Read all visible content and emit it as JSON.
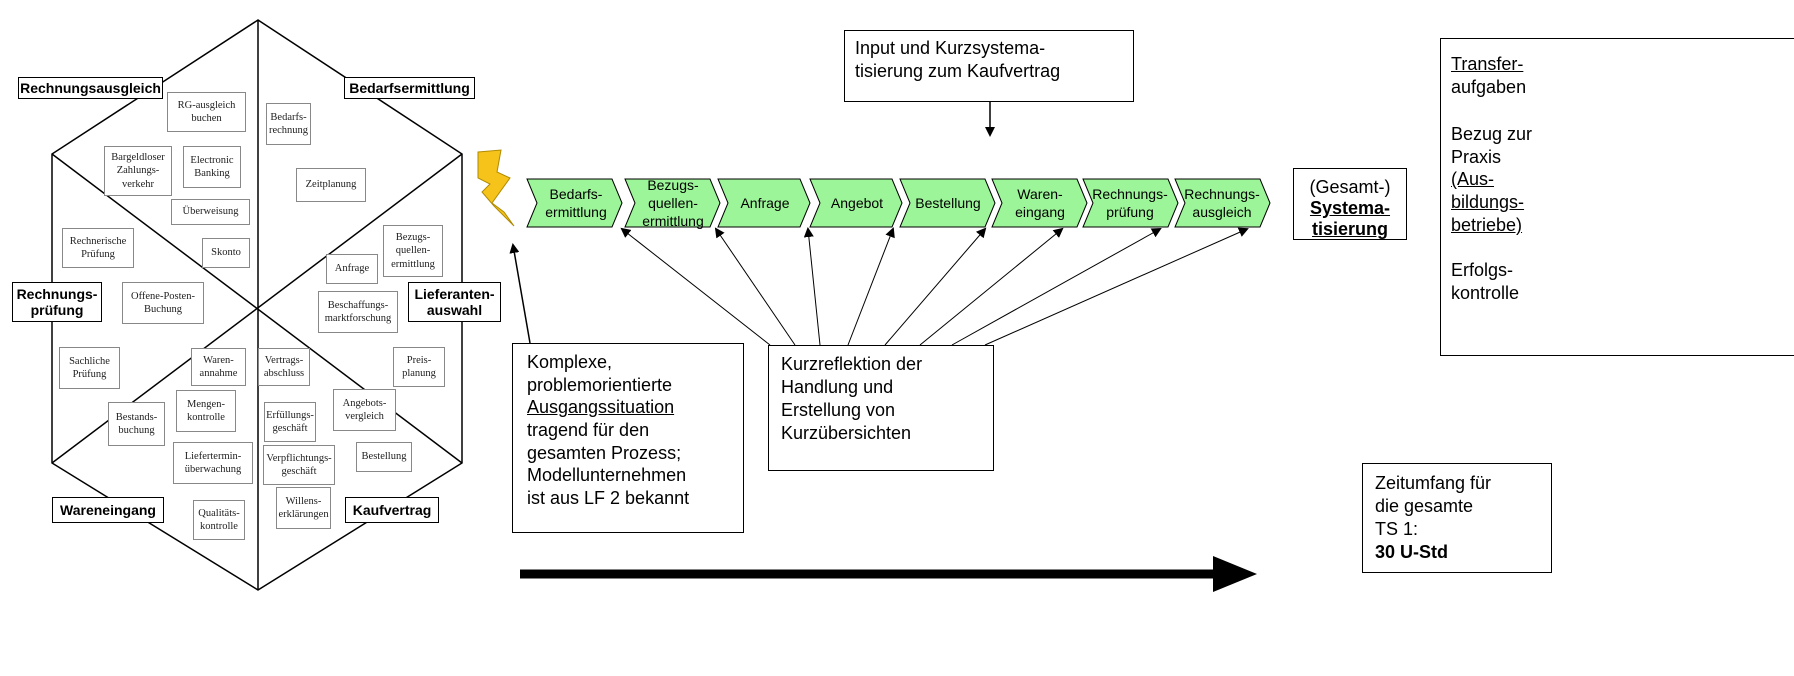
{
  "cycle": {
    "categories": {
      "rechnungsausgleich": "Rechnungsausgleich",
      "bedarfsermittlung": "Bedarfsermittlung",
      "rechnungspruefung": "Rechnungs-\nprüfung",
      "lieferantenauswahl": "Lieferanten-\nauswahl",
      "wareneingang": "Wareneingang",
      "kaufvertrag": "Kaufvertrag"
    },
    "items": {
      "rg_ausgleich": "RG-ausgleich buchen",
      "bargeldlos": "Bargeldloser Zahlungs-verkehr",
      "electronic_banking": "Electronic Banking",
      "ueberweisung": "Überweisung",
      "bedarfsrechnung": "Bedarfs-rechnung",
      "zeitplanung": "Zeitplanung",
      "rech_pruefung": "Rechnerische Prüfung",
      "skonto": "Skonto",
      "bezugsquellen": "Bezugs-quellen-ermittlung",
      "anfrage": "Anfrage",
      "offene_posten": "Offene-Posten-Buchung",
      "beschaffungsmarkt": "Beschaffungs-marktforschung",
      "sachliche": "Sachliche Prüfung",
      "warenannahme": "Waren-annahme",
      "mengenkontrolle": "Mengen-kontrolle",
      "bestandsbuchung": "Bestands-buchung",
      "liefertermin": "Liefertermin-überwachung",
      "qualitaet": "Qualitäts-kontrolle",
      "vertragsabschluss": "Vertrags-abschluss",
      "erfuellung": "Erfüllungs-geschäft",
      "verpflichtung": "Verpflichtungs-geschäft",
      "willens": "Willens-erklärungen",
      "preisplanung": "Preis-planung",
      "angebotsvergleich": "Angebots-vergleich",
      "bestellung": "Bestellung"
    }
  },
  "process_steps": [
    "Bedarfs-\nermittlung",
    "Bezugs-\nquellen-\nermittlung",
    "Anfrage",
    "Angebot",
    "Bestellung",
    "Waren-\neingang",
    "Rechnungs-\nprüfung",
    "Rechnungs-\nausgleich"
  ],
  "input_box": "Input und Kurzsystema-\ntisierung zum Kaufvertrag",
  "gesamt": {
    "line1": "(Gesamt-)",
    "line2": "Systema-",
    "line3": "tisierung"
  },
  "transfer": {
    "t1": "Transfer-",
    "t2": "aufgaben",
    "b1": "Bezug zur",
    "b2": "Praxis",
    "b3": "(Aus-",
    "b4": "bildungs-",
    "b5": "betriebe)",
    "e1": "Erfolgs-",
    "e2": "kontrolle"
  },
  "complex_box": {
    "l1": "Komplexe,",
    "l2": "problemorientierte",
    "l3": "Ausgangssituation",
    "l4": "tragend für den\ngesamten Prozess;\nModellunternehmen\nist aus LF 2 bekannt"
  },
  "kurz_box": "Kurzreflektion der\nHandlung und\nErstellung von\nKurzübersichten",
  "zeit_box": {
    "l1": "Zeitumfang für\ndie gesamte\nTS 1:",
    "l2": "30 U-Std"
  },
  "colors": {
    "chevron_fill": "#9cf598",
    "lightning_fill": "#f5c31a",
    "line": "#000000"
  }
}
